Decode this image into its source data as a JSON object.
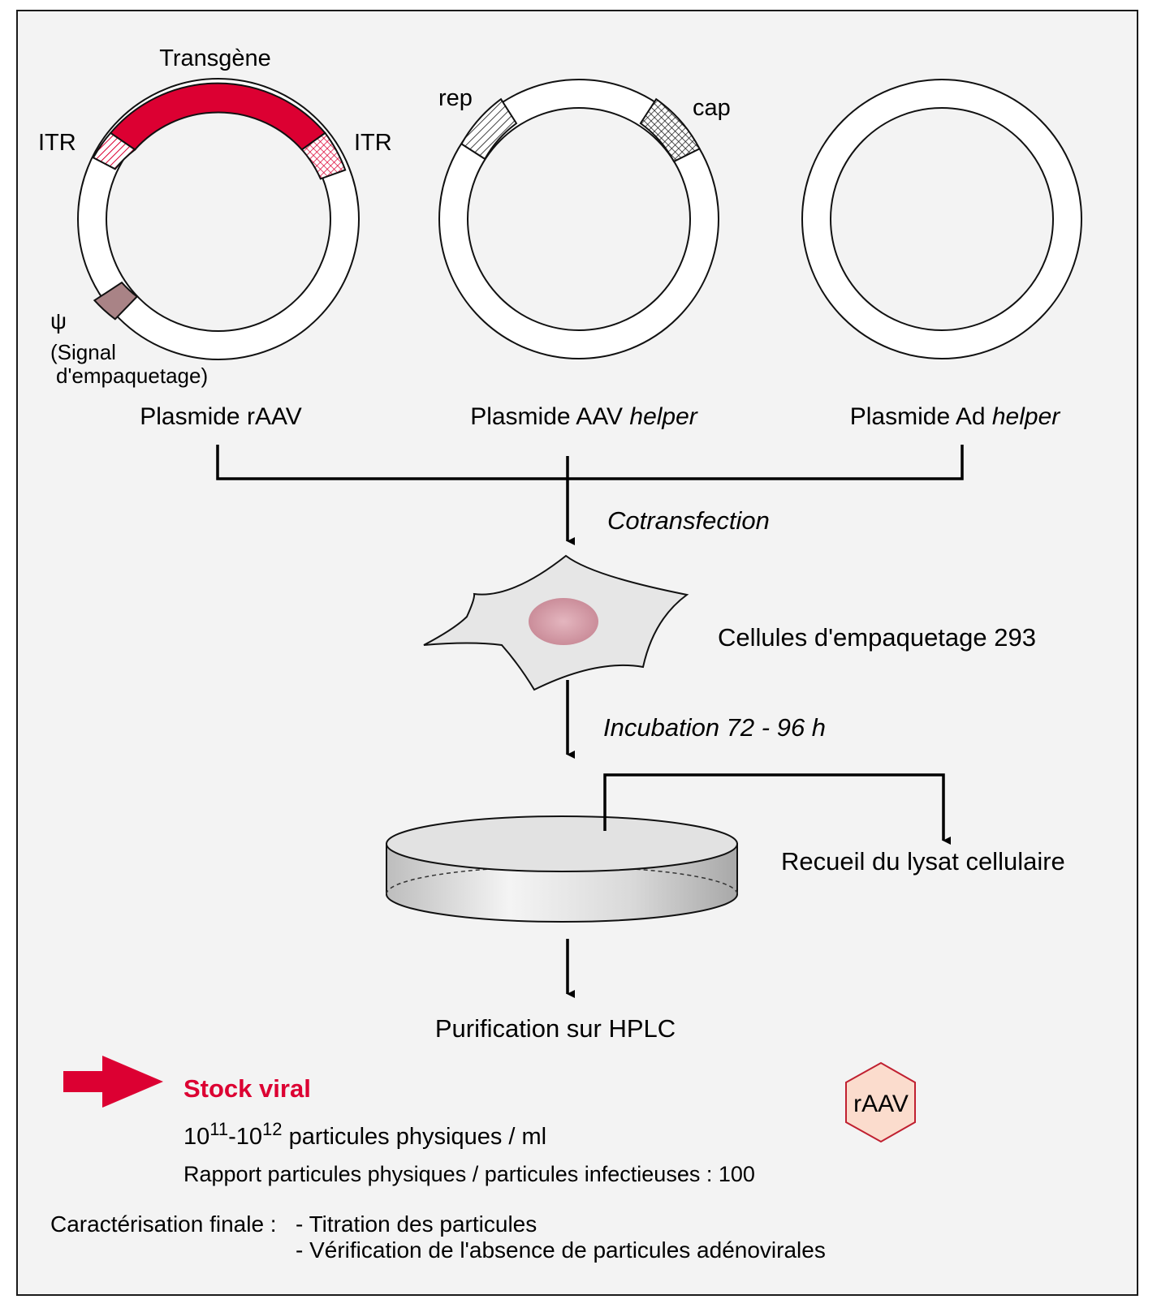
{
  "colors": {
    "panel_bg": "#f3f3f3",
    "frame": "#1a1a1a",
    "transgene_red": "#dc0032",
    "psi_mauve": "#a98386",
    "nucleus": "#cc909c",
    "cell_fill": "#e6e6e6",
    "dish_fill": "#e2e2e2",
    "hex_fill": "#fbdccd",
    "hex_stroke": "#c02030"
  },
  "plasmid_raav": {
    "transgene_label": "Transgène",
    "itr_left_label": "ITR",
    "itr_right_label": "ITR",
    "psi_symbol": "ψ",
    "psi_line1": "(Signal",
    "psi_line2": "d'empaquetage)",
    "title": "Plasmide rAAV"
  },
  "plasmid_aav_helper": {
    "rep_label": "rep",
    "cap_label": "cap",
    "title_main": "Plasmide AAV ",
    "title_italic": "helper"
  },
  "plasmid_ad_helper": {
    "title_main": "Plasmide Ad ",
    "title_italic": "helper"
  },
  "steps": {
    "cotransfection": "Cotransfection",
    "cells": "Cellules d'empaquetage 293",
    "incubation": "Incubation 72 - 96 h",
    "lysate": "Recueil du lysat cellulaire",
    "purification": "Purification sur HPLC"
  },
  "stock": {
    "title": "Stock viral",
    "conc_base1": "10",
    "conc_exp1": "11",
    "conc_sep": "-10",
    "conc_exp2": "12",
    "conc_unit": " particules physiques / ml",
    "ratio": "Rapport particules physiques / particules infectieuses : 100",
    "raav_badge": "rAAV"
  },
  "characterisation": {
    "label": "Caractérisation finale :",
    "item1": "- Titration des particules",
    "item2": "- Vérification de l'absence de particules adénovirales"
  }
}
